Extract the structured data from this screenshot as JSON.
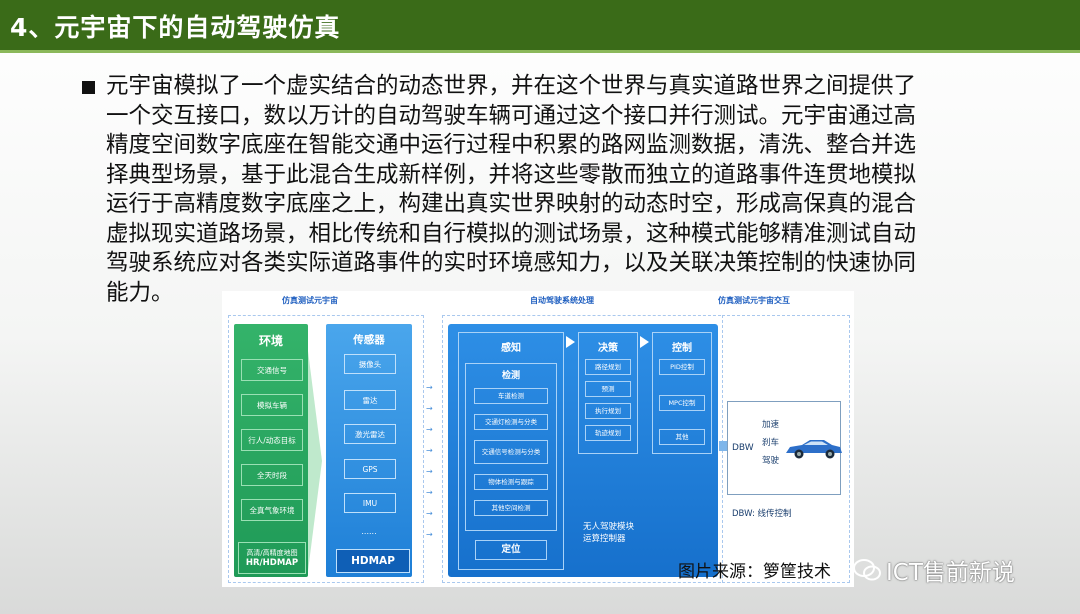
{
  "header": {
    "title": "4、元宇宙下的自动驾驶仿真"
  },
  "body": {
    "lines": [
      "元宇宙模拟了一个虚实结合的动态世界，并在这个世界与真实道路世界之间提供了",
      "一个交互接口，数以万计的自动驾驶车辆可通过这个接口并行测试。元宇宙通过高",
      "精度空间数字底座在智能交通中运行过程中积累的路网监测数据，清洗、整合并选",
      "择典型场景，基于此混合生成新样例，并将这些零散而独立的道路事件连贯地模拟",
      "运行于高精度数字底座之上，构建出真实世界映射的动态时空，形成高保真的混合",
      "虚拟现实道路场景，相比传统和自行模拟的测试场景，这种模式能够精准测试自动",
      "驾驶系统应对各类实际道路事件的实时环境感知力，以及关联决策控制的快速协同",
      "能力。"
    ]
  },
  "diagram": {
    "sections": [
      "仿真测试元宇宙",
      "自动驾驶系统处理",
      "仿真测试元宇宙交互"
    ],
    "environment": {
      "title": "环境",
      "items": [
        "交通信号",
        "模拟车辆",
        "行人/动态目标",
        "全天时段",
        "全真气象环境"
      ],
      "map_small": "高清/高精度地图",
      "map_big": "HR/HDMAP"
    },
    "sensors": {
      "title": "传感器",
      "items": [
        "摄像头",
        "雷达",
        "激光雷达",
        "GPS",
        "IMU"
      ],
      "more": "......",
      "footer": "HDMAP"
    },
    "processing": {
      "perception": "感知",
      "detection": "检测",
      "detection_items": [
        "车道检测",
        "交通灯检测与分类",
        "交通信号检测与分类",
        "物体检测与跟踪",
        "其他空间检测"
      ],
      "localization": "定位",
      "decision": "决策",
      "decision_items": [
        "路径规划",
        "预测",
        "执行规划",
        "轨迹规划"
      ],
      "control": "控制",
      "control_items": [
        "PID控制",
        "MPC控制",
        "其他"
      ],
      "note_line1": "无人驾驶模块",
      "note_line2": "运算控制器"
    },
    "interaction": {
      "dbw": "DBW",
      "controls": [
        "加速",
        "刹车",
        "驾驶"
      ],
      "caption": "DBW: 线传控制"
    }
  },
  "source": "图片来源：箩筐技术",
  "watermark": "ICT售前新说"
}
